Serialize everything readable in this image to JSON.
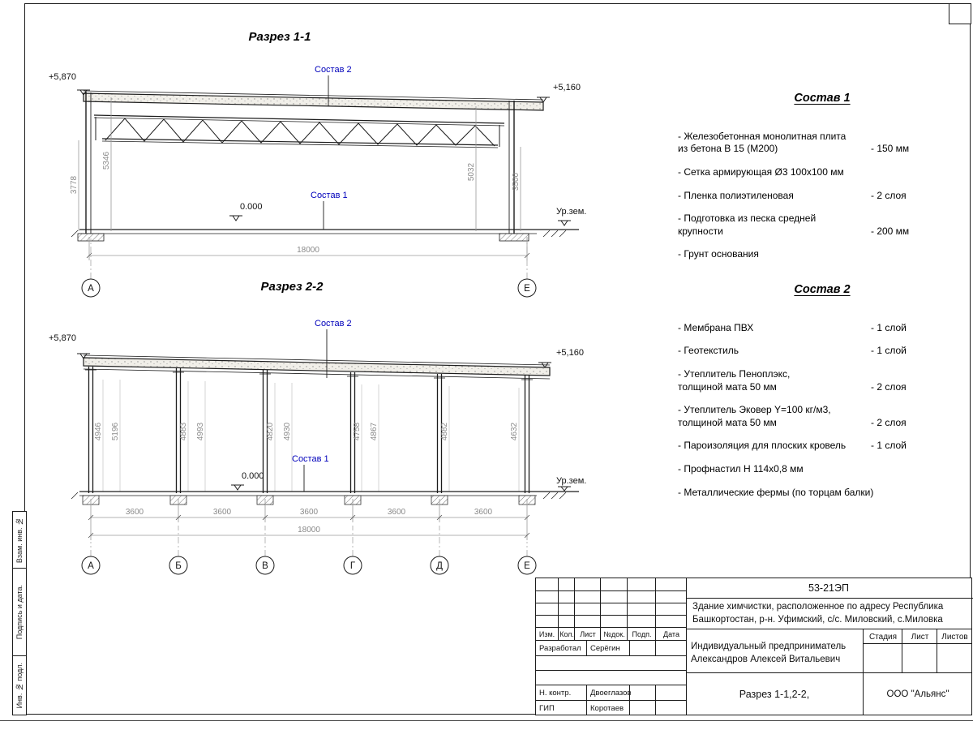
{
  "section1": {
    "title": "Разрез 1-1",
    "elev_left": "+5,870",
    "elev_right": "+5,160",
    "label_sostav2": "Состав 2",
    "label_sostav1": "Состав 1",
    "elev_zero": "0.000",
    "ground": "Ур.зем.",
    "dim_total": "18000",
    "dims_left": [
      "3778",
      "5346"
    ],
    "dims_right": [
      "5032",
      "3500"
    ],
    "axes": [
      "А",
      "Е"
    ]
  },
  "section2": {
    "title": "Разрез 2-2",
    "elev_left": "+5,870",
    "elev_right": "+5,160",
    "label_sostav2": "Состав 2",
    "label_sostav1": "Состав 1",
    "elev_zero": "0.000",
    "ground": "Ур.зем.",
    "dim_total": "18000",
    "bay_dims": [
      "3600",
      "3600",
      "3600",
      "3600",
      "3600"
    ],
    "col_dims": [
      [
        "4946",
        "5196"
      ],
      [
        "4883",
        "4993"
      ],
      [
        "4820",
        "4930"
      ],
      [
        "4758",
        "4867"
      ],
      [
        "4882",
        "4632"
      ]
    ],
    "axes": [
      "А",
      "Б",
      "В",
      "Г",
      "Д",
      "Е"
    ]
  },
  "comp1": {
    "title": "Состав 1",
    "items": [
      {
        "text": "- Железобетонная  монолитная плита\n  из бетона В 15 (М200)",
        "value": "- 150 мм"
      },
      {
        "text": "- Сетка армирующая Ø3 100х100 мм",
        "value": ""
      },
      {
        "text": "- Пленка полиэтиленовая",
        "value": "- 2 слоя"
      },
      {
        "text": "- Подготовка из песка средней\n  крупности",
        "value": "- 200 мм"
      },
      {
        "text": "- Грунт основания",
        "value": ""
      }
    ]
  },
  "comp2": {
    "title": "Состав 2",
    "items": [
      {
        "text": "- Мембрана ПВХ",
        "value": "- 1 слой"
      },
      {
        "text": "- Геотекстиль",
        "value": "- 1 слой"
      },
      {
        "text": "- Утеплитель Пеноплэкс,\n  толщиной мата 50 мм",
        "value": "- 2 слоя"
      },
      {
        "text": "- Утеплитель Эковер Y=100 кг/м3,\n  толщиной мата 50 мм",
        "value": "- 2 слоя"
      },
      {
        "text": "- Пароизоляция для плоских кровель",
        "value": "- 1 слой"
      },
      {
        "text": "- Профнастил Н 114х0,8 мм",
        "value": ""
      },
      {
        "text": "- Металлические фермы (по торцам балки)",
        "value": ""
      }
    ]
  },
  "titleblock": {
    "doc_number": "53-21ЭП",
    "project_line1": "Здание химчистки,  расположенное по адресу Республика",
    "project_line2": "Башкортостан, р-н. Уфимский, с/с. Миловский, с.Миловка",
    "row_headers": [
      "Изм.",
      "Кол.",
      "Лист",
      "№док.",
      "Подп.",
      "Дата"
    ],
    "client_line1": "Индивидуальный предприниматель",
    "client_line2": "Александров Алексей Витальевич",
    "stage_headers": [
      "Стадия",
      "Лист",
      "Листов"
    ],
    "roles": [
      {
        "role": "Разработал",
        "name": "Серёгин"
      },
      {
        "role": "Н. контр.",
        "name": "Двоеглазов"
      },
      {
        "role": "ГИП",
        "name": "Коротаев"
      }
    ],
    "drawing_title": "Разрез 1-1,2-2,",
    "company": "ООО \"Альянс\""
  },
  "margin": {
    "labels": [
      "Взам. инв. №",
      "Подпись  и  дата.",
      "Инв. № подл."
    ]
  }
}
